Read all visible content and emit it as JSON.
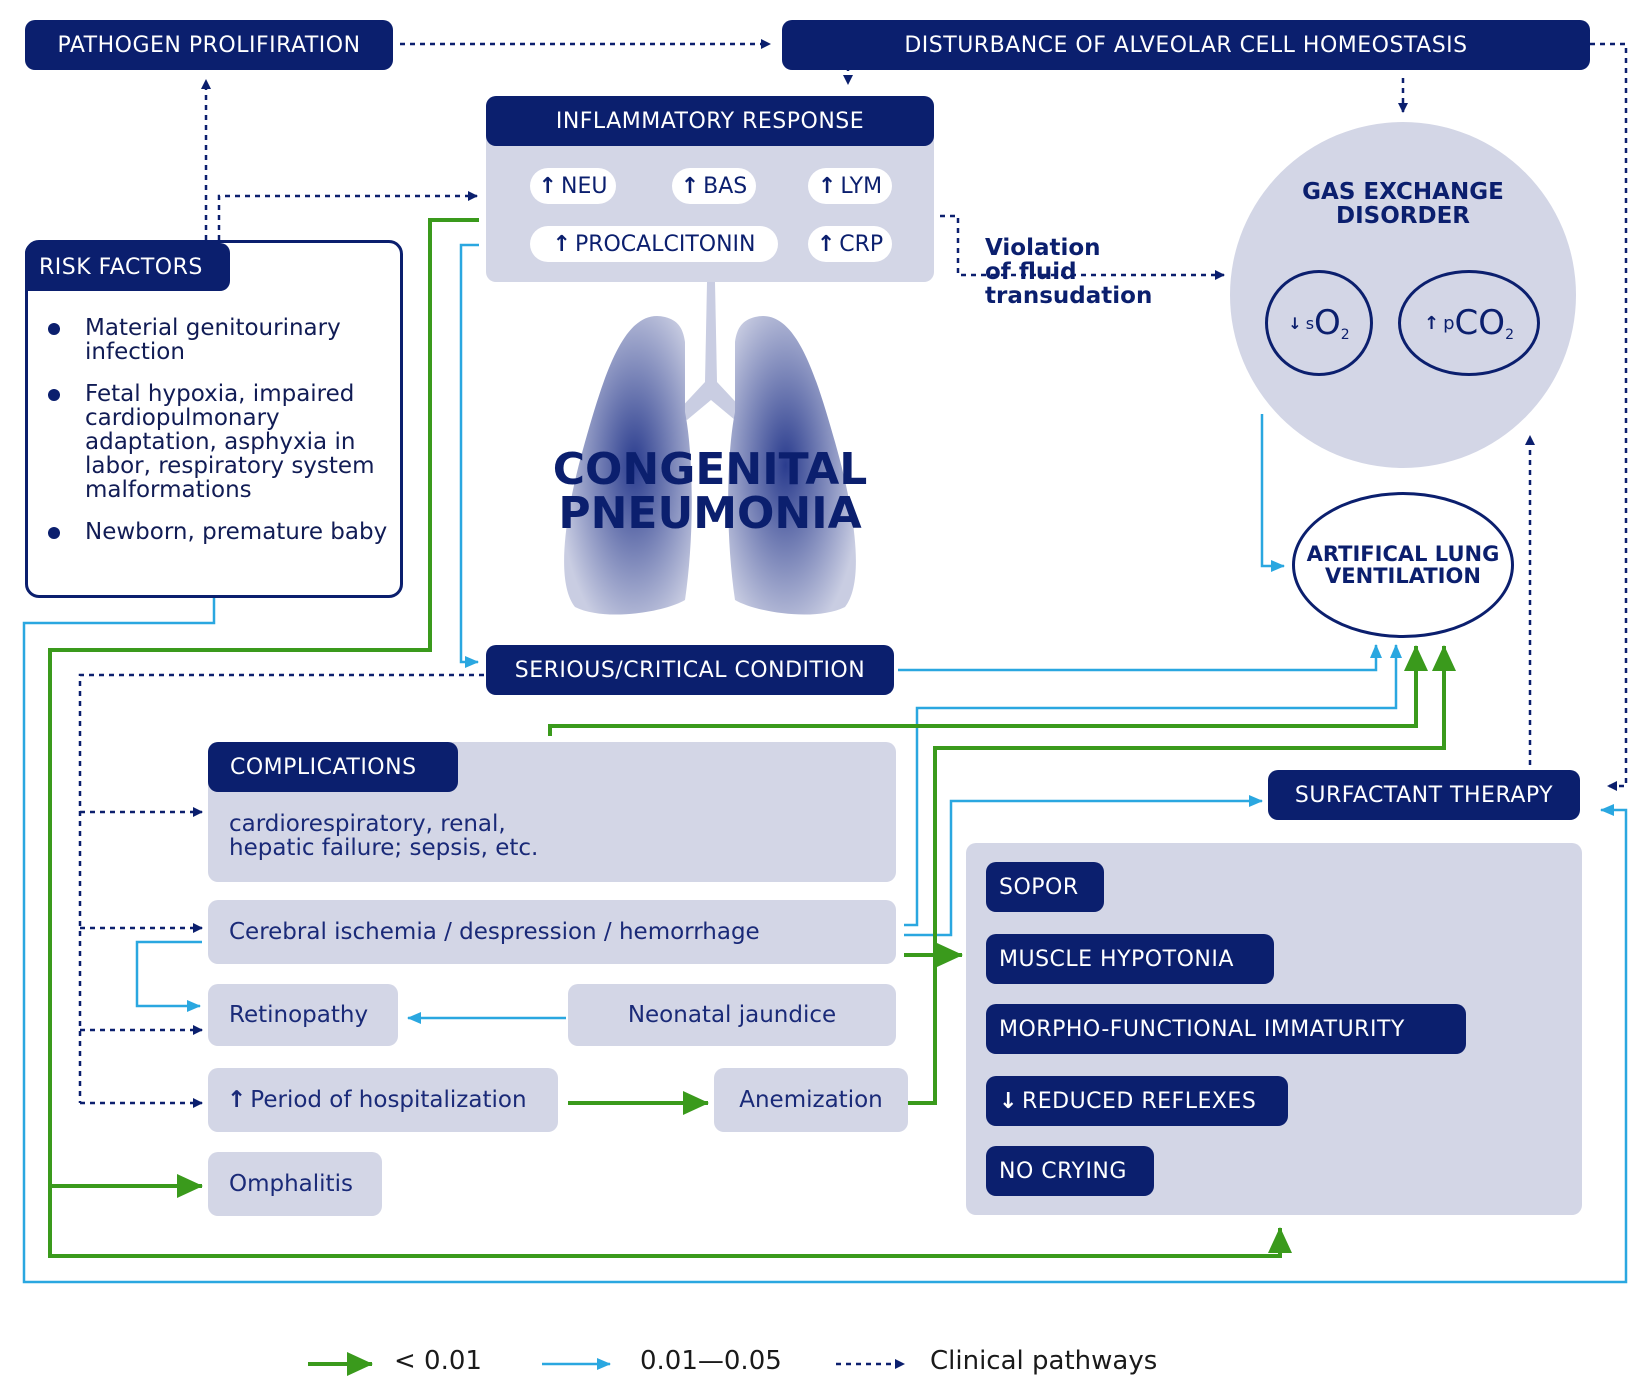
{
  "boxes": {
    "pathogen": "PATHOGEN PROLIFIRATION",
    "disturbance": "DISTURBANCE OF ALVEOLAR CELL HOMEOSTASIS",
    "inflammatory": "INFLAMMATORY RESPONSE",
    "serious": "SERIOUS/CRITICAL CONDITION",
    "complications_title": "COMPLICATIONS",
    "complications_text": "cardiorespiratory, renal, hepatic failure; sepsis, etc.",
    "cerebral": "Cerebral ischemia / despression / hemorrhage",
    "retinopathy": "Retinopathy",
    "jaundice": "Neonatal jaundice",
    "hospitalization": "Period of hospitalization",
    "anemization": "Anemization",
    "omphalitis": "Omphalitis",
    "surfactant": "SURFACTANT THERAPY"
  },
  "markers": [
    "NEU",
    "BAS",
    "LYM",
    "PROCALCITONIN",
    "CRP"
  ],
  "risk_factors": {
    "title": "RISK FACTORS",
    "items": [
      "Material genitourinary infection",
      "Fetal hypoxia, impaired cardiopulmonary adaptation, asphyxia in labor, respiratory system malformations",
      "Newborn, premature baby"
    ]
  },
  "center_title": [
    "CONGENITAL",
    "PNEUMONIA"
  ],
  "violation_text": [
    "Violation",
    "of fluid",
    "transudation"
  ],
  "gas_exchange": {
    "title": [
      "GAS EXCHANGE",
      "DISORDER"
    ],
    "so2": {
      "prefix": "s",
      "main": "O",
      "sub": "2"
    },
    "pco2": {
      "prefix": "p",
      "main": "CO",
      "sub": "2"
    }
  },
  "ventilation": [
    "ARTIFICAL LUNG",
    "VENTILATION"
  ],
  "symptoms": [
    "SOPOR",
    "MUSCLE HYPOTONIA",
    "MORPHO-FUNCTIONAL IMMATURITY",
    "REDUCED REFLEXES",
    "NO CRYING"
  ],
  "legend": {
    "green": "< 0.01",
    "blue": "0.01—0.05",
    "dotted": "Clinical pathways"
  },
  "colors": {
    "navy": "#0b1f6e",
    "gray_box": "#d3d6e6",
    "green": "#3a9a1c",
    "blue": "#2aa7e0"
  }
}
